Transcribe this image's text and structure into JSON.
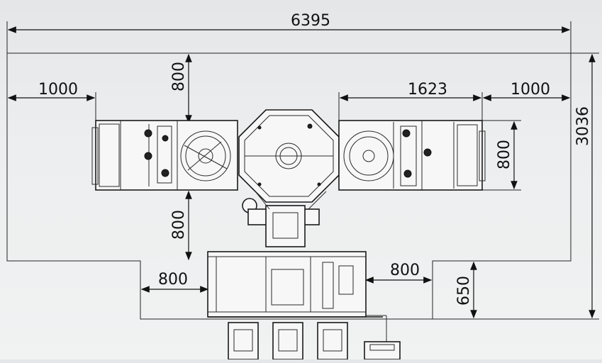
{
  "dimensions": {
    "overall_width": "6395",
    "overall_height": "3036",
    "left_clearance": "1000",
    "right_clearance": "1000",
    "right_chamber_length": "1623",
    "top_clearance": "800",
    "right_chamber_width": "800",
    "center_clearance": "800",
    "lower_left_clearance": "800",
    "lower_right_clearance": "800",
    "lower_depth": "650"
  },
  "colors": {
    "line": "#111111",
    "background": "#eceeef"
  }
}
